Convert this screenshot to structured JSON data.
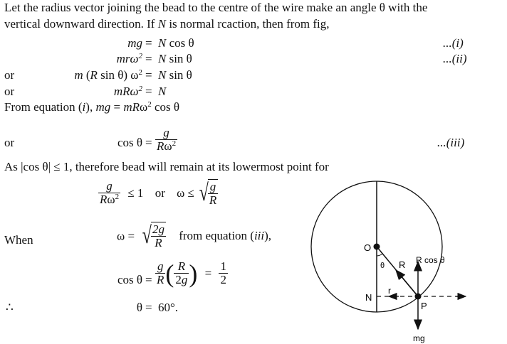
{
  "intro": {
    "line1": "Let the radius vector joining the bead to the centre of the wire make an angle θ with the",
    "line2_a": "vertical downward direction. If ",
    "line2_N": "N",
    "line2_b": " is normal rcaction, then from fig,"
  },
  "equations": [
    {
      "prefix": "",
      "lhs": "mg",
      "rhs": "N cos θ",
      "tag": "...(i)"
    },
    {
      "prefix": "",
      "lhs": "mrω²",
      "rhs": "N sin θ",
      "tag": "...(ii)"
    },
    {
      "prefix": "or",
      "lhs": "m (R sin θ) ω²",
      "rhs": "N sin θ",
      "tag": ""
    },
    {
      "prefix": "or",
      "lhs": "mRω²",
      "rhs": "N",
      "tag": ""
    }
  ],
  "from_eq": {
    "text_a": "From equation (",
    "text_i": "i",
    "text_b": "), ",
    "expr": "mg = mRω² cos θ"
  },
  "eq3": {
    "prefix": "or",
    "lhs": "cos θ",
    "num": "g",
    "den": "Rω²",
    "tag": "...(iii)"
  },
  "as_line": "As |cos θ| ≤ 1, therefore bead will remain at its lowermost point for",
  "ineq": {
    "num": "g",
    "den": "Rω²",
    "rel": "≤ 1",
    "or": "or",
    "omega": "ω ≤",
    "sq_num": "g",
    "sq_den": "R"
  },
  "when": {
    "label": "When",
    "omega": "ω =",
    "sq_num": "2g",
    "sq_den": "R",
    "text": "from equation (iii),"
  },
  "cos_result": {
    "lhs": "cos θ",
    "f1_num": "g",
    "f1_den": "R",
    "f2_num": "R",
    "f2_den": "2g",
    "r_num": "1",
    "r_den": "2"
  },
  "theta_result": {
    "symbol": "∴",
    "lhs": "θ",
    "rhs": "60°."
  },
  "figure": {
    "labels": {
      "O": "O",
      "N": "N",
      "P": "P",
      "theta": "θ",
      "R": "R",
      "r": "r",
      "Rcos": "R cos θ",
      "mg": "mg"
    }
  }
}
